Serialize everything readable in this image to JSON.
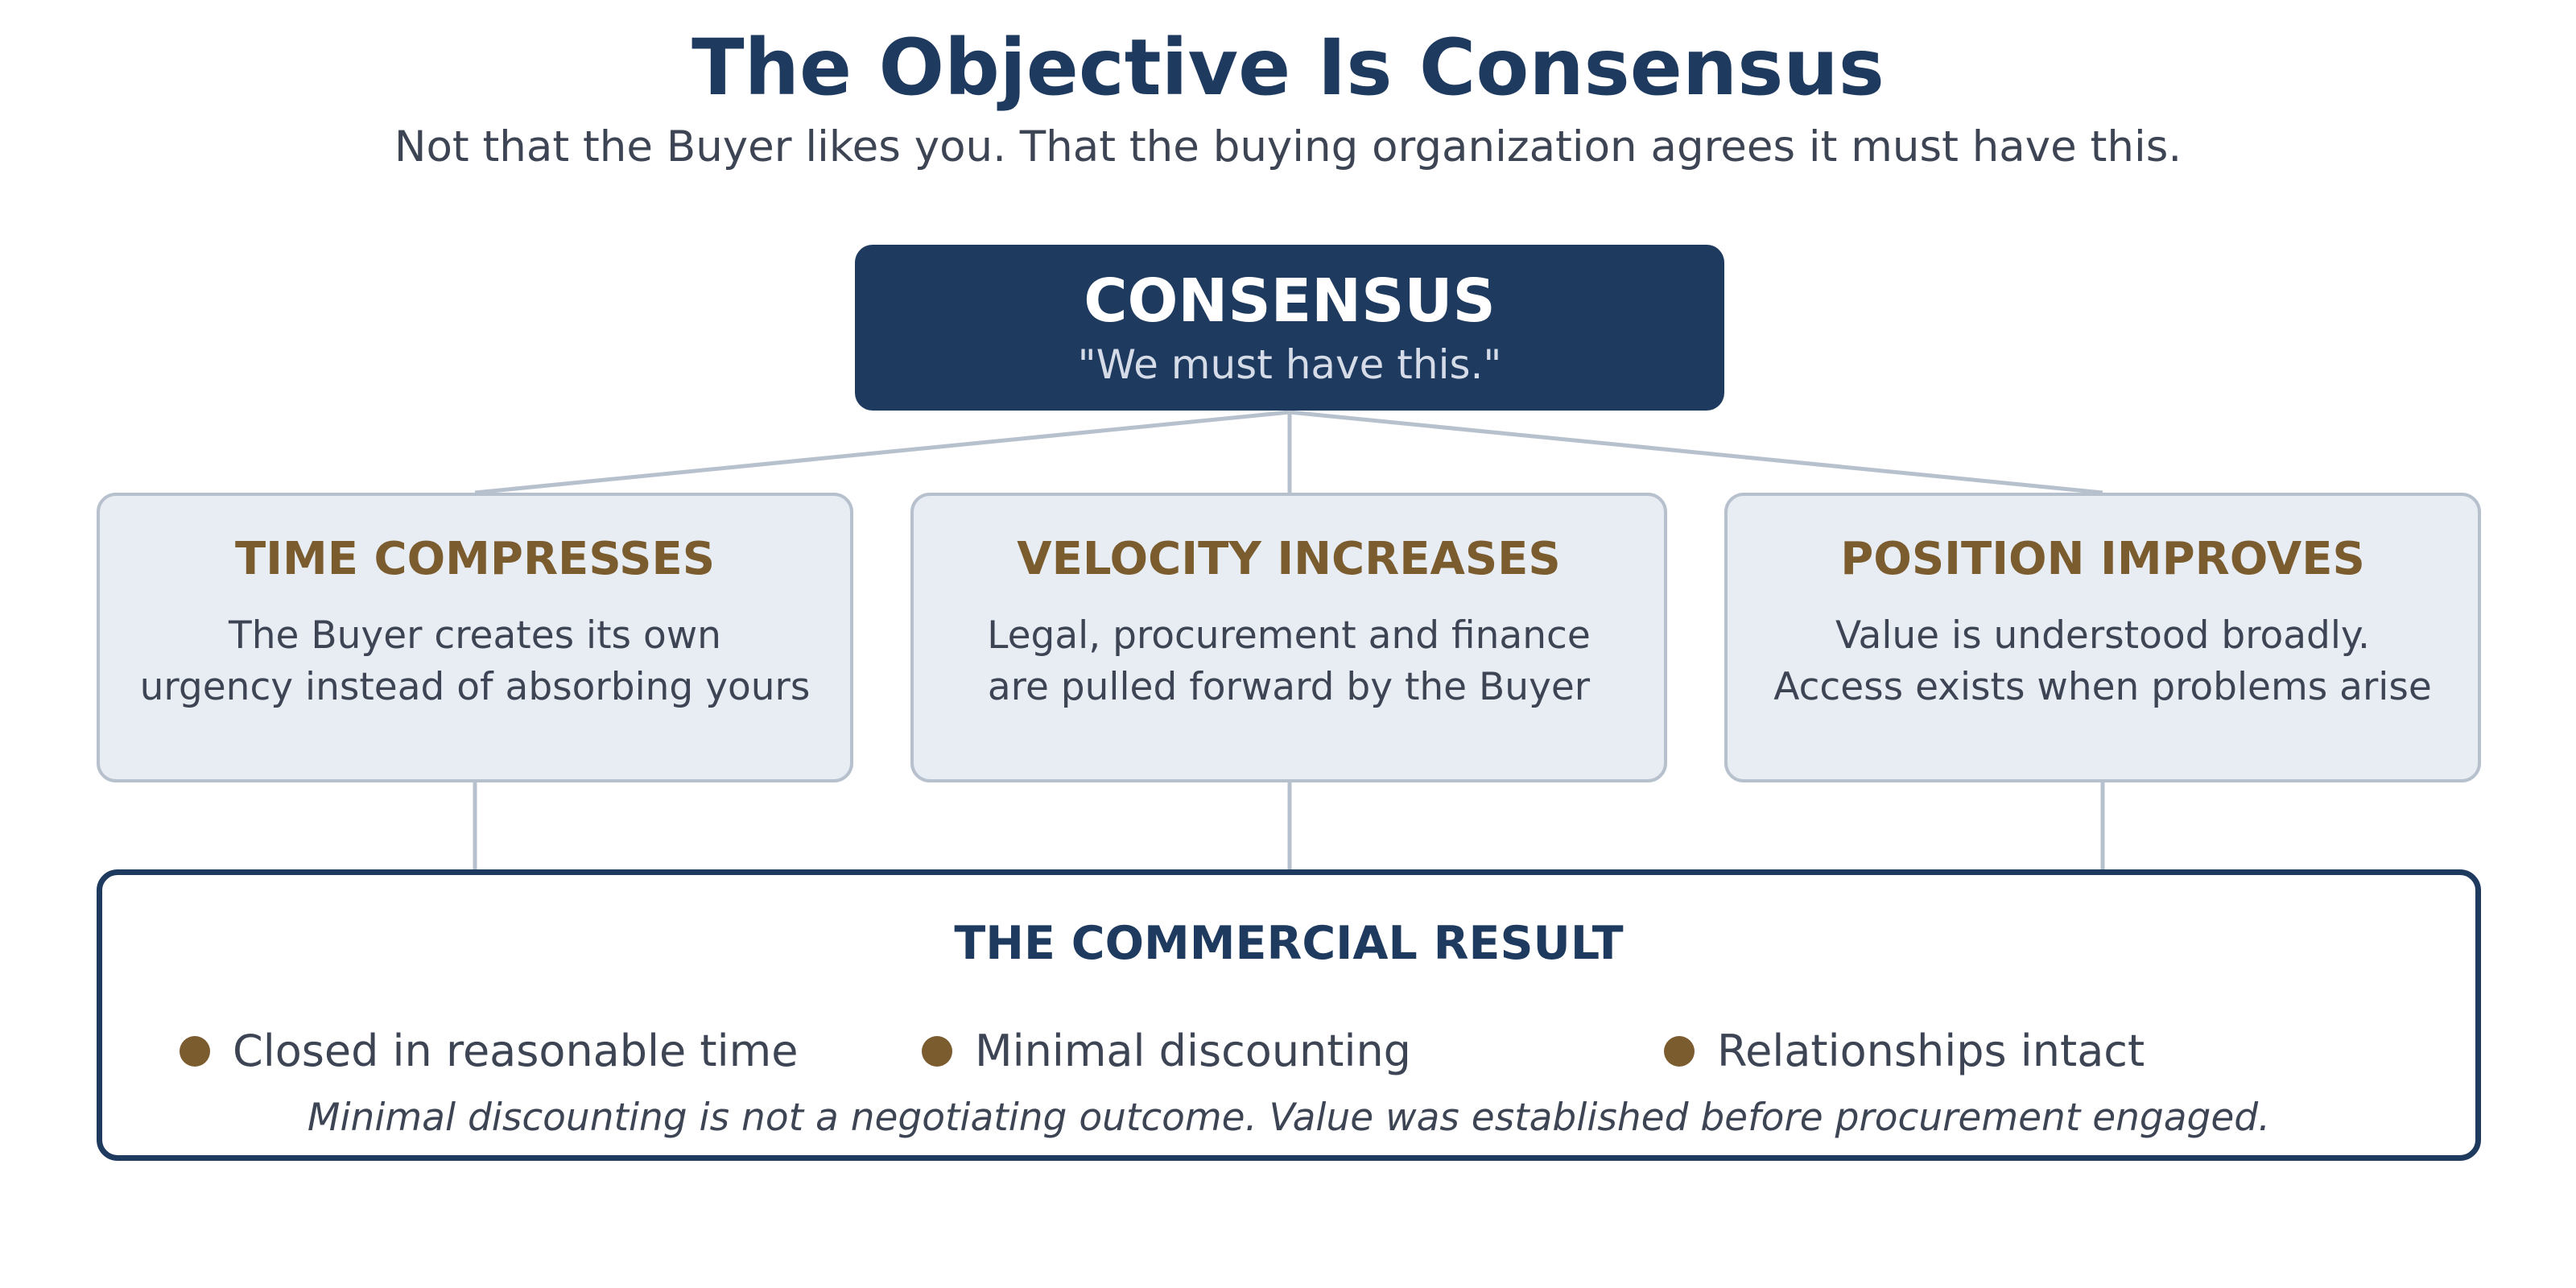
{
  "header": {
    "title": "The Objective Is Consensus",
    "subtitle": "Not that the Buyer likes you. That the buying organization agrees it must have this."
  },
  "top_node": {
    "label": "CONSENSUS",
    "quote": "\"We must have this.\""
  },
  "pillars": [
    {
      "title": "TIME COMPRESSES",
      "lines": [
        "The Buyer creates its own",
        "urgency instead of absorbing yours"
      ]
    },
    {
      "title": "VELOCITY INCREASES",
      "lines": [
        "Legal, procurement and finance",
        "are pulled forward by the Buyer"
      ]
    },
    {
      "title": "POSITION IMPROVES",
      "lines": [
        "Value is understood broadly.",
        "Access exists when problems arise"
      ]
    }
  ],
  "result": {
    "title": "THE COMMERCIAL RESULT",
    "items": [
      "Closed in reasonable time",
      "Minimal discounting",
      "Relationships intact"
    ],
    "note": "Minimal discounting is not a negotiating outcome. Value was established before procurement engaged."
  },
  "colors": {
    "navy": "#1f3a5f",
    "gold": "#7a5c2e",
    "pillar_fill": "#e8ecf3",
    "connector": "#b7c0cd",
    "body_text": "#3d4454"
  }
}
